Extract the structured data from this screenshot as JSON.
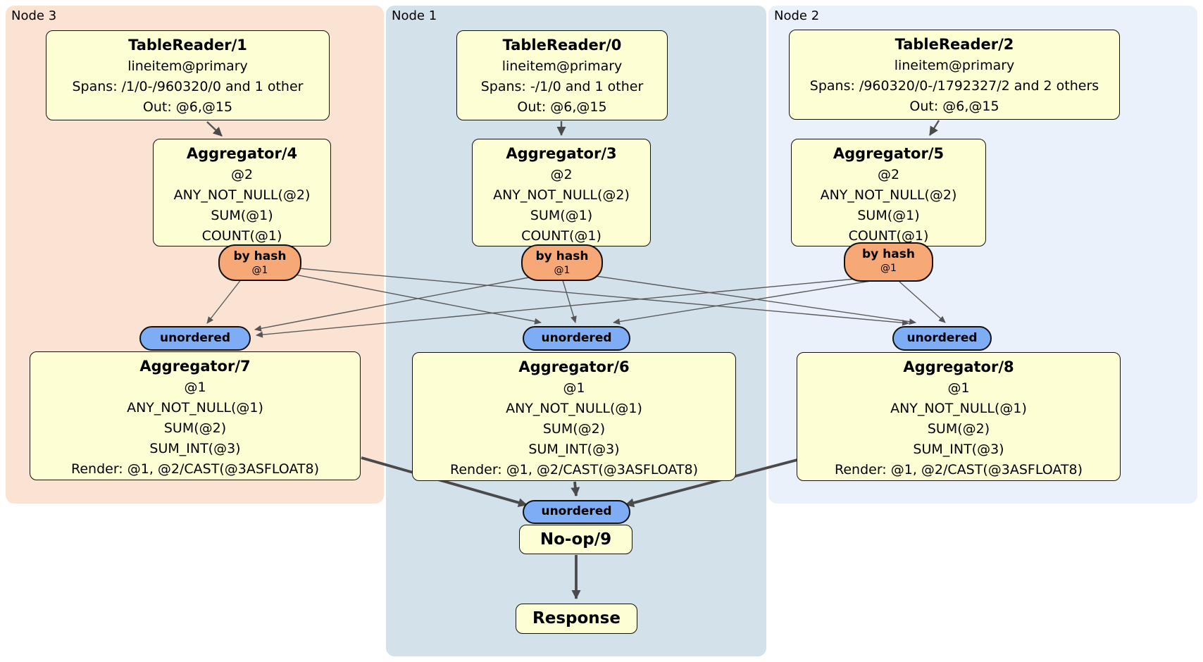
{
  "regions": {
    "node3": {
      "label": "Node 3",
      "fill": "#FBE3D3"
    },
    "node1": {
      "label": "Node 1",
      "fill": "#D3E1EB"
    },
    "node2": {
      "label": "Node 2",
      "fill": "#EBF1FA"
    }
  },
  "processors": {
    "tr1": {
      "title": "TableReader/1",
      "lines": [
        "lineitem@primary",
        "Spans: /1/0-/960320/0 and 1 other",
        "Out: @6,@15"
      ]
    },
    "agg4": {
      "title": "Aggregator/4",
      "lines": [
        "@2",
        "ANY_NOT_NULL(@2)",
        "SUM(@1)",
        "COUNT(@1)"
      ]
    },
    "tr0": {
      "title": "TableReader/0",
      "lines": [
        "lineitem@primary",
        "Spans: -/1/0 and 1 other",
        "Out: @6,@15"
      ]
    },
    "agg3": {
      "title": "Aggregator/3",
      "lines": [
        "@2",
        "ANY_NOT_NULL(@2)",
        "SUM(@1)",
        "COUNT(@1)"
      ]
    },
    "tr2": {
      "title": "TableReader/2",
      "lines": [
        "lineitem@primary",
        "Spans: /960320/0-/1792327/2 and 2 others",
        "Out: @6,@15"
      ]
    },
    "agg5": {
      "title": "Aggregator/5",
      "lines": [
        "@2",
        "ANY_NOT_NULL(@2)",
        "SUM(@1)",
        "COUNT(@1)"
      ]
    },
    "agg7": {
      "title": "Aggregator/7",
      "lines": [
        "@1",
        "ANY_NOT_NULL(@1)",
        "SUM(@2)",
        "SUM_INT(@3)",
        "Render: @1, @2/CAST(@3ASFLOAT8)"
      ]
    },
    "agg6": {
      "title": "Aggregator/6",
      "lines": [
        "@1",
        "ANY_NOT_NULL(@1)",
        "SUM(@2)",
        "SUM_INT(@3)",
        "Render: @1, @2/CAST(@3ASFLOAT8)"
      ]
    },
    "agg8": {
      "title": "Aggregator/8",
      "lines": [
        "@1",
        "ANY_NOT_NULL(@1)",
        "SUM(@2)",
        "SUM_INT(@3)",
        "Render: @1, @2/CAST(@3ASFLOAT8)"
      ]
    },
    "noop9": {
      "title": "No-op/9",
      "lines": []
    },
    "response": {
      "title": "Response",
      "lines": []
    }
  },
  "routers": {
    "byhash3": {
      "label": "by hash",
      "sub": "@1"
    },
    "byhash1": {
      "label": "by hash",
      "sub": "@1"
    },
    "byhash2": {
      "label": "by hash",
      "sub": "@1"
    }
  },
  "syncs": {
    "unordered3": {
      "label": "unordered"
    },
    "unordered1": {
      "label": "unordered"
    },
    "unordered2": {
      "label": "unordered"
    },
    "unordered_final": {
      "label": "unordered"
    }
  },
  "edges": [
    {
      "from": "tr1",
      "to": "agg4"
    },
    {
      "from": "tr0",
      "to": "agg3"
    },
    {
      "from": "tr2",
      "to": "agg5"
    },
    {
      "from": "byhash3",
      "to": "unordered3"
    },
    {
      "from": "byhash3",
      "to": "unordered1"
    },
    {
      "from": "byhash3",
      "to": "unordered2"
    },
    {
      "from": "byhash1",
      "to": "unordered3"
    },
    {
      "from": "byhash1",
      "to": "unordered1"
    },
    {
      "from": "byhash1",
      "to": "unordered2"
    },
    {
      "from": "byhash2",
      "to": "unordered3"
    },
    {
      "from": "byhash2",
      "to": "unordered1"
    },
    {
      "from": "byhash2",
      "to": "unordered2"
    },
    {
      "from": "agg7",
      "to": "unordered_final"
    },
    {
      "from": "agg6",
      "to": "unordered_final"
    },
    {
      "from": "agg8",
      "to": "unordered_final"
    },
    {
      "from": "noop9",
      "to": "response"
    }
  ],
  "colors": {
    "region_node3": "#FBE3D3",
    "region_node1": "#D3E1EB",
    "region_node2": "#EBF1FA",
    "processor_fill": "#FDFED3",
    "router_fill": "#F6A877",
    "sync_fill": "#7FADF5",
    "border": "#111111",
    "edge": "#4D4D4D"
  }
}
